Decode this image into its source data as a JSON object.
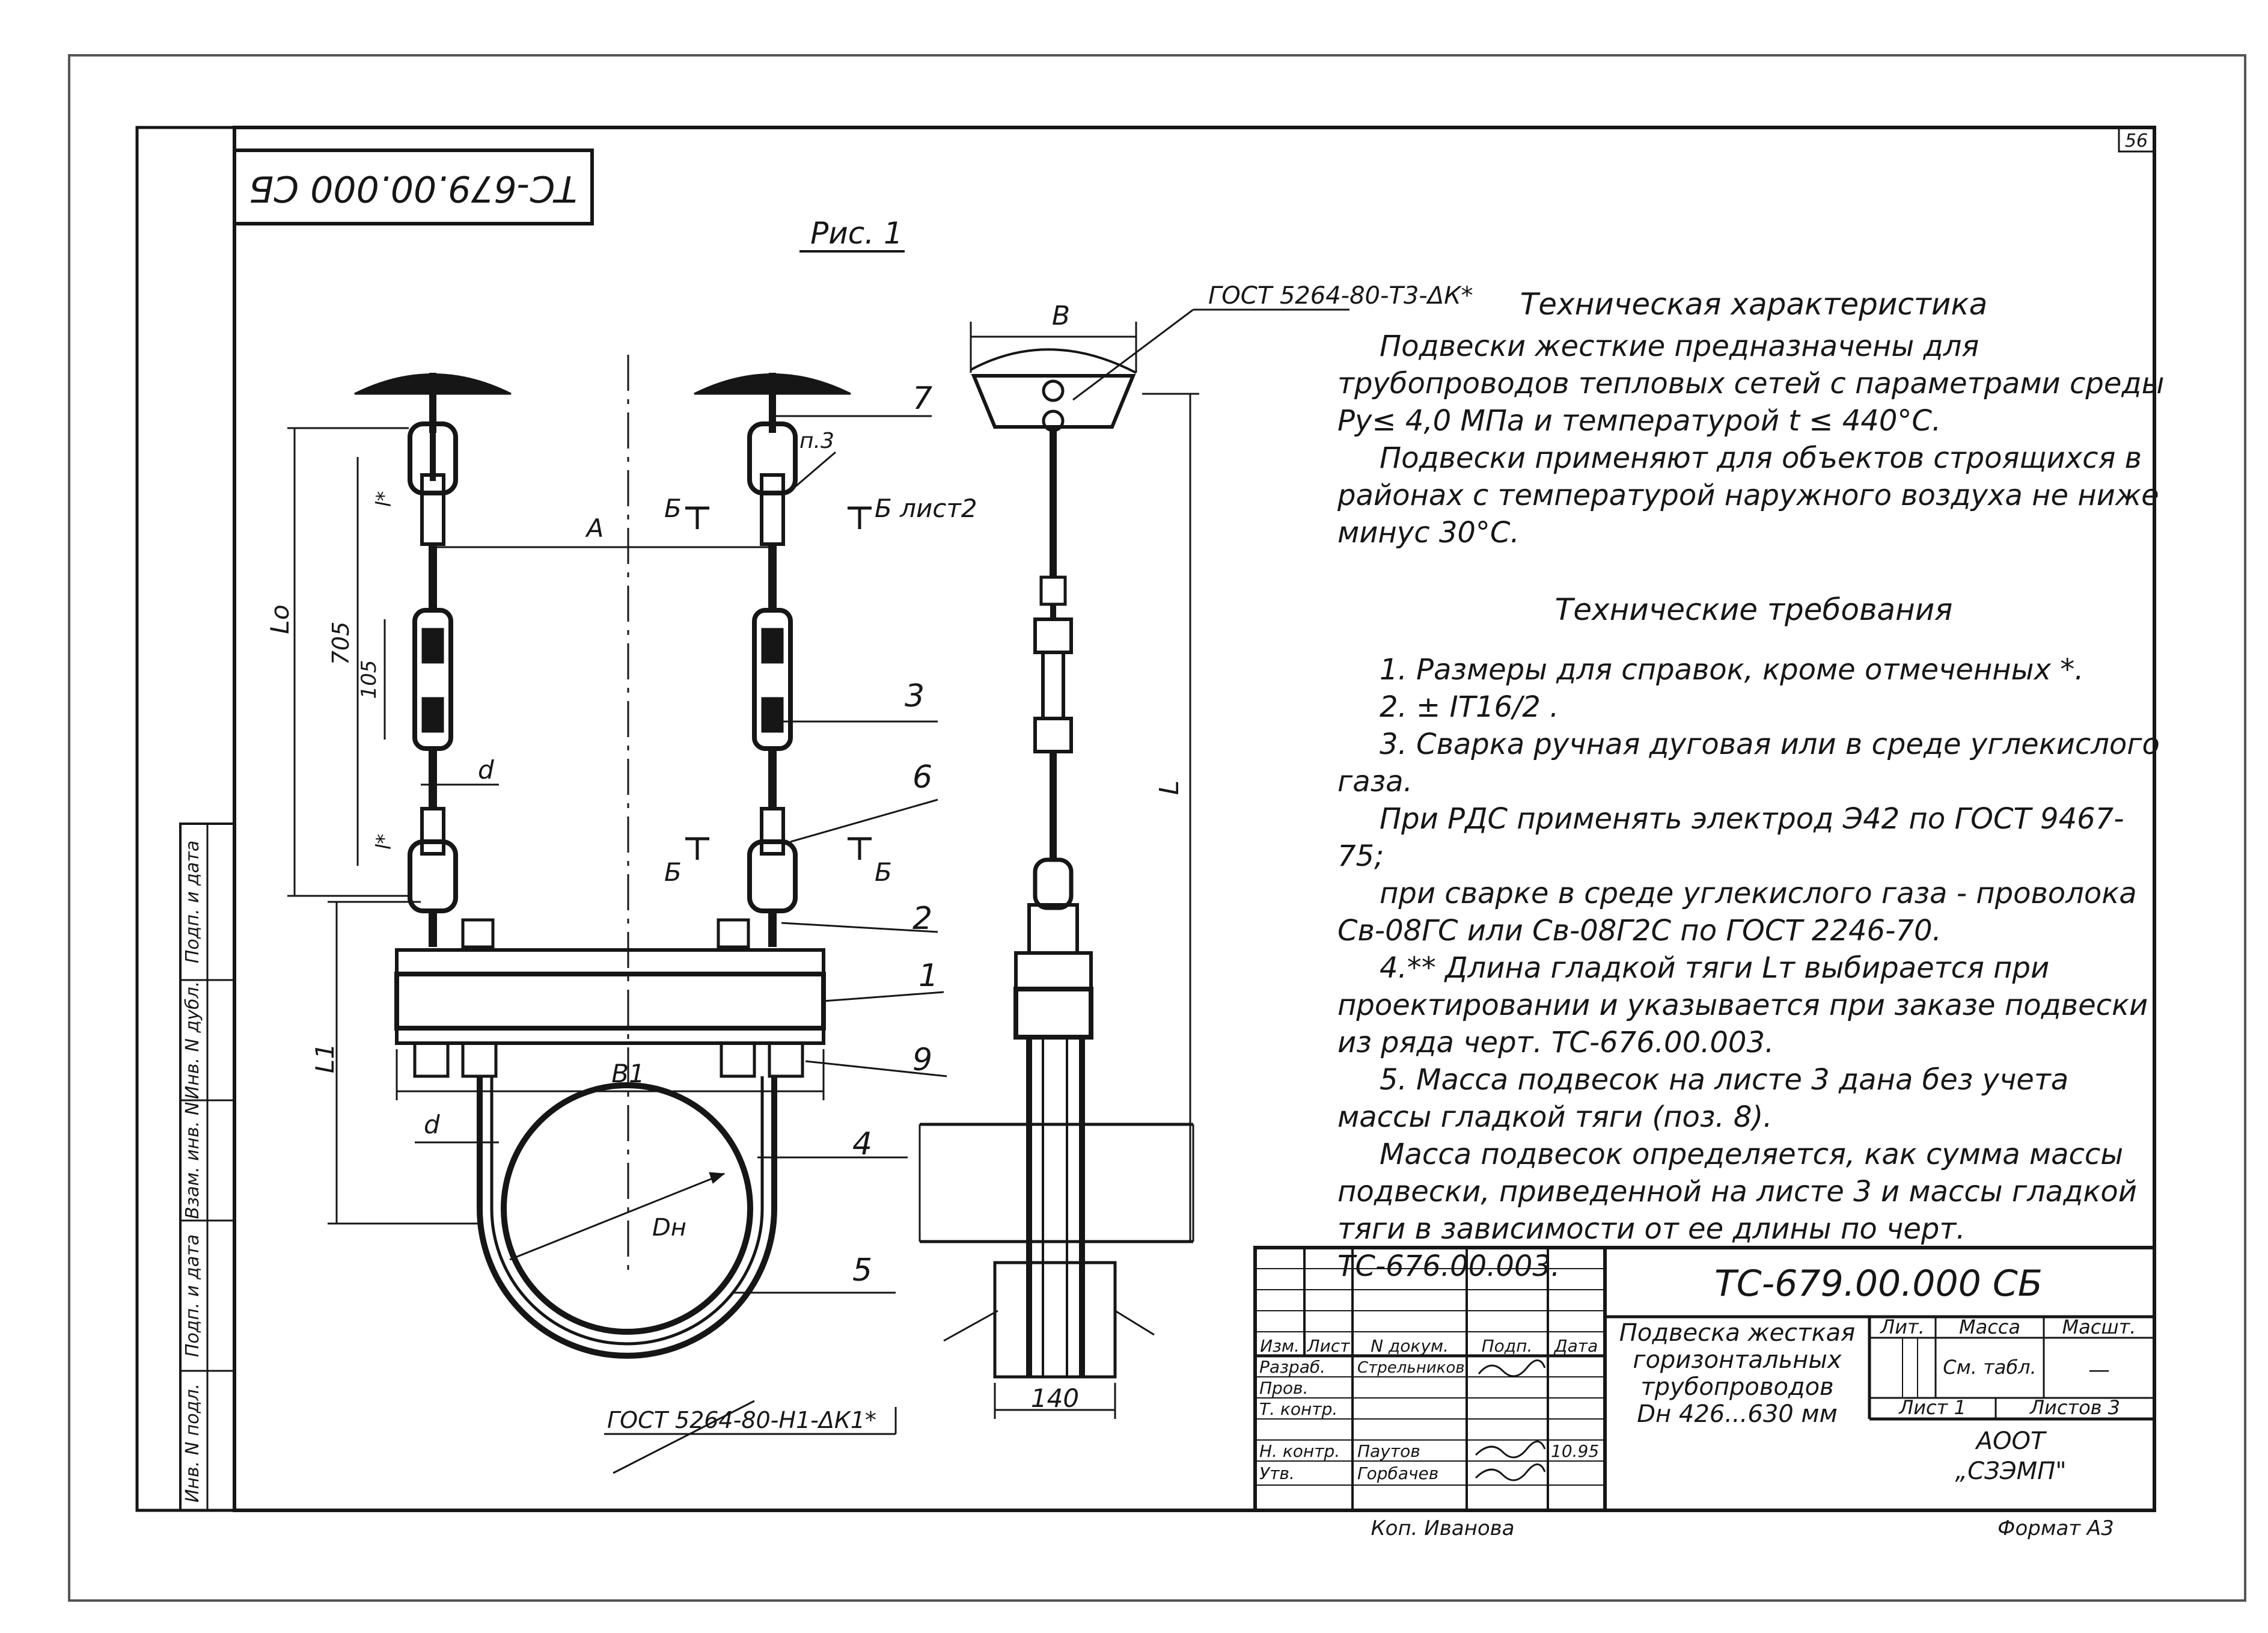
{
  "sheet_number": "56",
  "rotated_code": "ТС-679.00.000 СБ",
  "figure_title": "Рис. 1",
  "weld_top": "ГОСТ 5264-80-Т3-ΔК*",
  "weld_bottom": "ГОСТ 5264-80-Н1-ΔК1*",
  "dims": {
    "a": "A",
    "b": "В",
    "b1": "В1",
    "lo": "Lо",
    "l_total": "L",
    "l1": "L1",
    "d705": "705",
    "d105": "105",
    "d140": "140",
    "d_top": "d",
    "d_bot": "d",
    "dn": "Dн",
    "l_star_top": "l*",
    "l_star_bot": "l*"
  },
  "section_marks": {
    "top_left": "Б",
    "top_right": "Б лист2",
    "bot_left": "Б",
    "bot_right": "Б",
    "p3": "п.3"
  },
  "positions": [
    "1",
    "2",
    "3",
    "4",
    "5",
    "6",
    "7",
    "9"
  ],
  "left_strip": [
    "Инв. N подл.",
    "Подп. и дата",
    "Взам. инв. N",
    "Инв. N дубл.",
    "Подп. и дата"
  ],
  "notes": {
    "tech_char_title": "Техническая характеристика",
    "tech_char_1": "Подвески жесткие предназначены для трубопроводов тепловых сетей с параметрами среды Ру≤ 4,0 МПа и температурой t ≤ 440°С.",
    "tech_char_2": "Подвески применяют для объектов строящихся в районах с температурой наружного воздуха не ниже минус 30°С.",
    "req_title": "Технические требования",
    "req_1": "1. Размеры для справок, кроме отмеченных *.",
    "req_2": "2. ± IT16/2 .",
    "req_3a": "3. Сварка ручная дуговая или в среде углекислого газа.",
    "req_3b": "При РДС применять электрод Э42 по ГОСТ 9467-75;",
    "req_3c": "при сварке в среде углекислого газа - проволока Св-08ГС или Св-08Г2С по ГОСТ 2246-70.",
    "req_4": "4.** Длина гладкой тяги Lт выбирается при проектировании и указывается при заказе подвески из ряда черт. ТС-676.00.003.",
    "req_5": "5. Масса подвесок на листе 3 дана без учета массы гладкой тяги (поз. 8).",
    "req_6": "Масса подвесок определяется, как сумма массы подвески, приведенной на листе 3 и массы гладкой тяги в зависимости от ее длины по черт. ТС-676.00.003."
  },
  "title_block": {
    "code": "ТС-679.00.000 СБ",
    "name_1": "Подвеска жесткая",
    "name_2": "горизонтальных",
    "name_3": "трубопроводов",
    "name_4": "Dн 426...630 мм",
    "lit_header": "Лит.",
    "mass_header": "Масса",
    "scale_header": "Масшт.",
    "mass_value": "См. табл.",
    "scale_value": "—",
    "sheet": "Лист 1",
    "sheets": "Листов 3",
    "org_1": "АООТ",
    "org_2": "„СЗЭМП\"",
    "head": {
      "izm": "Изм.",
      "list": "Лист",
      "ndoc": "N докум.",
      "podp": "Подп.",
      "date": "Дата"
    },
    "roles": [
      "Разраб.",
      "Пров.",
      "Т. контр.",
      "",
      "Н. контр.",
      "Утв."
    ],
    "names": [
      "Стрельников",
      "",
      "",
      "",
      "Паутов",
      "Горбачев"
    ],
    "dates": [
      "",
      "",
      "",
      "",
      "10.95",
      ""
    ],
    "copied": "Коп. Иванова",
    "format": "Формат А3"
  }
}
